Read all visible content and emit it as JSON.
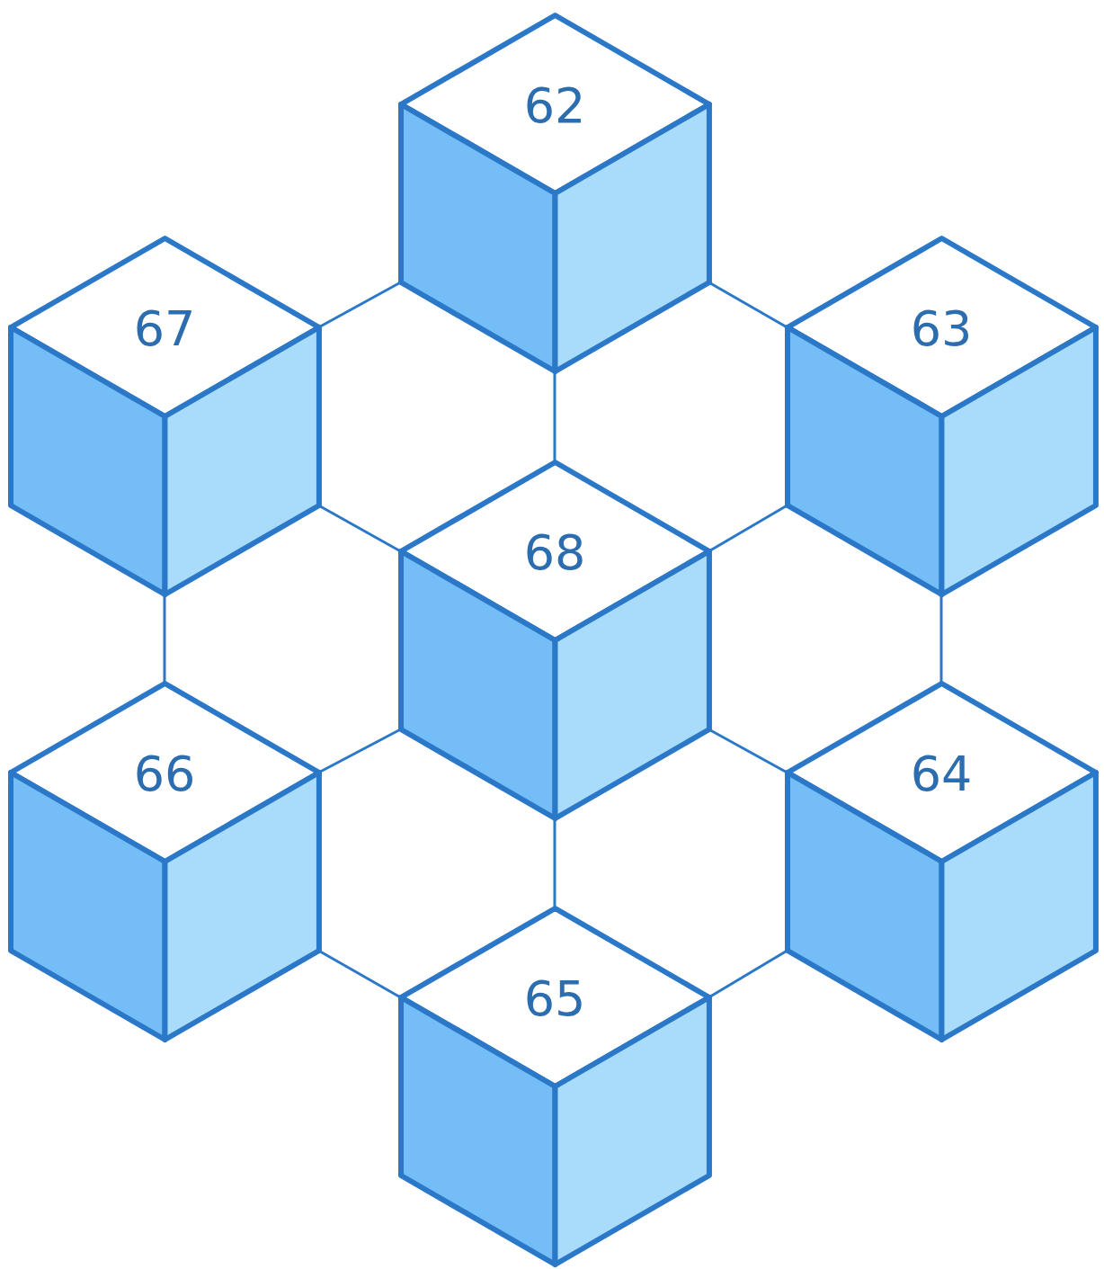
{
  "diagram": {
    "nodes": [
      {
        "text": [
          "62"
        ]
      },
      {
        "text": [
          "67"
        ]
      },
      {
        "text": [
          "63"
        ]
      },
      {
        "text": [
          "68"
        ]
      },
      {
        "text": [
          "66"
        ]
      },
      {
        "text": [
          "64"
        ]
      },
      {
        "text": [
          "65"
        ]
      }
    ],
    "edges": [
      {
        "from": 1,
        "to": 0,
        "arrow": "none"
      },
      {
        "from": 0,
        "to": 2,
        "arrow": "none"
      },
      {
        "from": 0,
        "to": 3,
        "arrow": "none"
      },
      {
        "from": 1,
        "to": 3,
        "arrow": "none"
      },
      {
        "from": 2,
        "to": 3,
        "arrow": "none"
      },
      {
        "from": 1,
        "to": 4,
        "arrow": "none"
      },
      {
        "from": 2,
        "to": 5,
        "arrow": "none"
      },
      {
        "from": 4,
        "to": 3,
        "arrow": "none"
      },
      {
        "from": 5,
        "to": 3,
        "arrow": "none"
      },
      {
        "from": 3,
        "to": 6,
        "arrow": "none"
      },
      {
        "from": 4,
        "to": 6,
        "arrow": "none"
      },
      {
        "from": 5,
        "to": 6,
        "arrow": "none"
      }
    ]
  }
}
